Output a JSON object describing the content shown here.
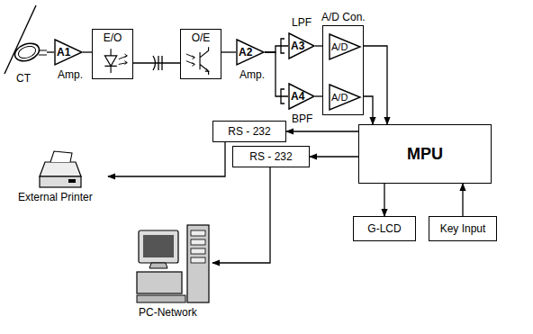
{
  "diagram": {
    "nodes": [
      {
        "text": [
          "CT"
        ]
      },
      {
        "text": [
          "A1",
          "Amp."
        ]
      },
      {
        "text": [
          "E/O"
        ]
      },
      {
        "text": [
          "O/E"
        ]
      },
      {
        "text": [
          "A2",
          "Amp."
        ]
      },
      {
        "text": [
          "LPF",
          "A3"
        ]
      },
      {
        "text": [
          "A4",
          "BPF"
        ]
      },
      {
        "text": [
          "A/D Con."
        ]
      },
      {
        "text": [
          "A/D"
        ],
        "in": 7
      },
      {
        "text": [
          "A/D"
        ],
        "in": 7
      },
      {
        "text": [
          "MPU"
        ]
      },
      {
        "text": [
          "RS - 232"
        ]
      },
      {
        "text": [
          "RS - 232"
        ]
      },
      {
        "text": [
          "External Printer"
        ]
      },
      {
        "text": [
          "PC-Network"
        ]
      },
      {
        "text": [
          "G-LCD"
        ]
      },
      {
        "text": [
          "Key Input"
        ]
      }
    ],
    "edges": [
      {
        "from": 0,
        "to": 1,
        "arrow": "none"
      },
      {
        "from": 1,
        "to": 2,
        "arrow": "none"
      },
      {
        "from": 2,
        "to": 3,
        "arrow": "none"
      },
      {
        "from": 3,
        "to": 4,
        "arrow": "none"
      },
      {
        "from": 4,
        "to": 5,
        "arrow": "none"
      },
      {
        "from": 4,
        "to": 6,
        "arrow": "none"
      },
      {
        "from": 5,
        "to": 8,
        "arrow": "none"
      },
      {
        "from": 6,
        "to": 9,
        "arrow": "none"
      },
      {
        "from": 8,
        "to": 10,
        "arrow": "to"
      },
      {
        "from": 9,
        "to": 10,
        "arrow": "to"
      },
      {
        "from": 10,
        "to": 11,
        "arrow": "to"
      },
      {
        "from": 10,
        "to": 12,
        "arrow": "to"
      },
      {
        "from": 11,
        "to": 13,
        "arrow": "to"
      },
      {
        "from": 12,
        "to": 14,
        "arrow": "to"
      },
      {
        "from": 10,
        "to": 15,
        "arrow": "to"
      },
      {
        "from": 16,
        "to": 10,
        "arrow": "to"
      }
    ]
  }
}
